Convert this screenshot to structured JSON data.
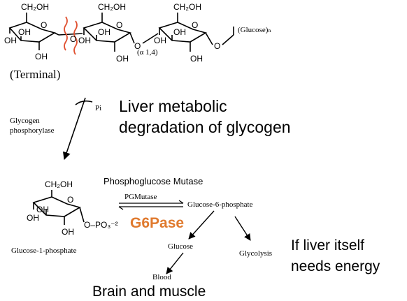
{
  "glycogen_chain": {
    "ch2oh": "CH₂OH",
    "oh": "OH",
    "o": "O",
    "terminal": "(Terminal)",
    "bond": "(α 1,4)",
    "glucose_n": "(Glucose)ₙ"
  },
  "pathway": {
    "pi": "Pi",
    "enzyme_line1": "Glycogen",
    "enzyme_line2": "phosphorylase",
    "title_line1": "Liver metabolic",
    "title_line2": "degradation of glycogen",
    "g1p_label": "Glucose-1-phosphate",
    "g1p_group": "O–PO₃⁻²",
    "mutase_label": "Phosphoglucose Mutase",
    "pgmutase": "PGMutase",
    "g6p": "Glucose-6-phosphate",
    "g6pase": "G6Pase",
    "glucose": "Glucose",
    "glycolysis": "Glycolysis",
    "blood": "Blood",
    "note_line1": "If liver itself",
    "note_line2": "needs energy",
    "bottom_note": "Brain and muscle"
  },
  "colors": {
    "g6pase": "#e07a2e",
    "cleavage": "#e05030",
    "ink": "#000000"
  }
}
